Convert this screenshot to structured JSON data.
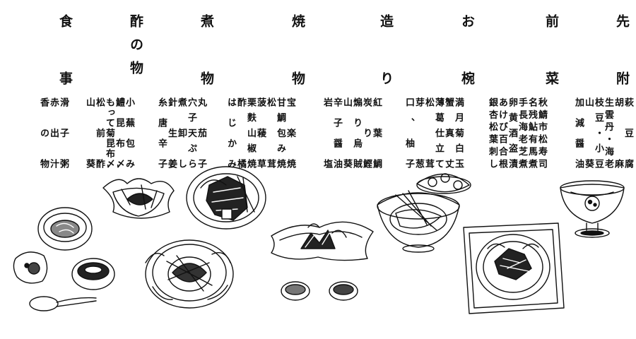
{
  "menu": {
    "courses": [
      {
        "key": "sakizuke",
        "title": "先附",
        "items": [
          "萩豆腐",
          "胡麻",
          "生雲丹・海老",
          "枝豆・小豆",
          "山葵",
          "加減醤油"
        ]
      },
      {
        "key": "zensai",
        "title": "前菜",
        "items": [
          "秋鯖市松寿司",
          "名残鮎有馬煮",
          "手長海老芝煮",
          "卵黄酒盗漬",
          "あけび百合根",
          "銀杏松葉刺し"
        ]
      },
      {
        "key": "owan",
        "title": "お椀",
        "items": [
          "満月菊白玉",
          "蟹真丈",
          "薄葛仕立て",
          "松茸",
          "芽葱",
          "口、柚子"
        ]
      },
      {
        "key": "tsukuri",
        "title": "造り",
        "items": [
          "紅葉鯛",
          "炭り鰹",
          "煽り烏賊",
          "山葵",
          "辛子醤油",
          "岩塩"
        ]
      },
      {
        "key": "yakimono",
        "title": "焼物",
        "items": [
          "宝楽焼",
          "甘鯛包み焼",
          "松茸",
          "菠薐草",
          "栗麩山椒焼",
          "酢橘",
          "はじかみ"
        ]
      },
      {
        "key": "nimono",
        "title": "煮物",
        "items": [
          "丸茄子",
          "穴子天ぷら",
          "煮卸し",
          "針生姜",
          "糸唐辛子"
        ]
      },
      {
        "key": "sunomono",
        "title": "酢の物",
        "items": [
          "小蕪包み",
          "鱧昆布〆",
          "もって菊昆布〆",
          "松前酢",
          "山葵"
        ]
      },
      {
        "key": "shokuji",
        "title": "食事",
        "items": [
          "滑子粥",
          "赤出汁",
          "香の物"
        ]
      }
    ]
  }
}
